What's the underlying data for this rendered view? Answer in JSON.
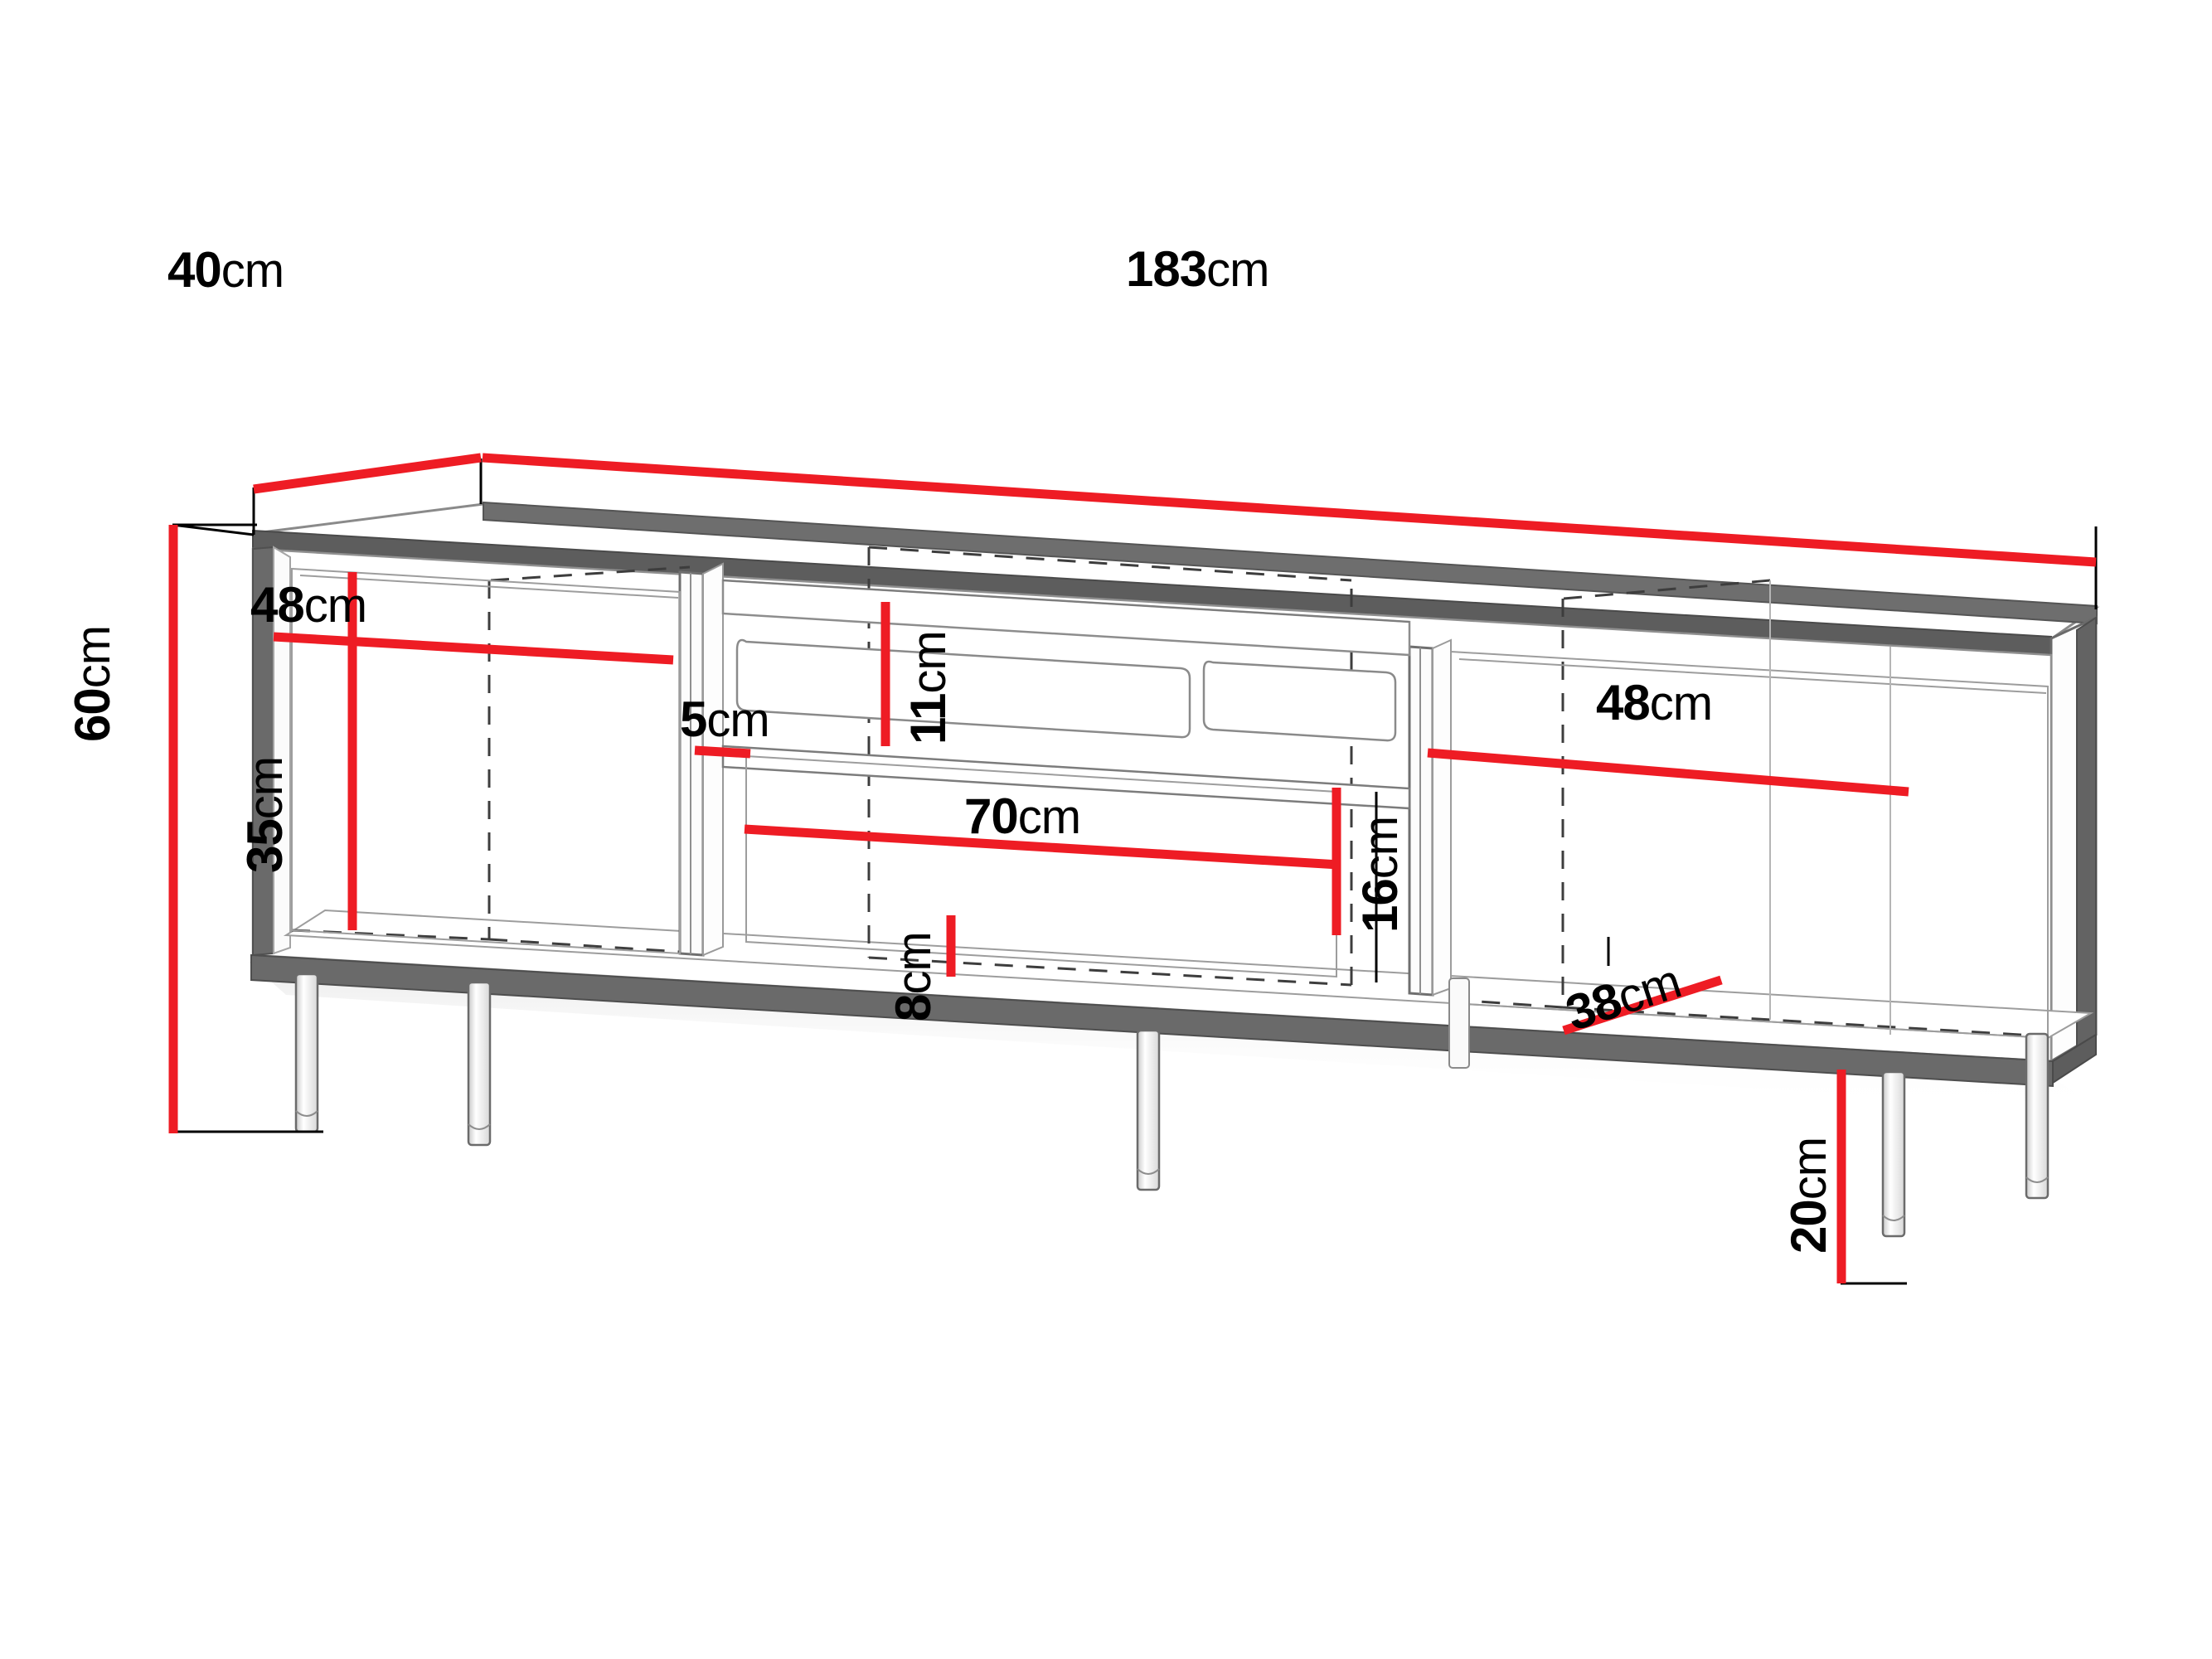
{
  "product": {
    "type": "tv-cabinet-dimension-drawing",
    "view": "isometric-technical-line-drawing"
  },
  "colors": {
    "dimension_line": "#ee1c24",
    "label_text": "#000000",
    "outline_dark": "#5a5a5a",
    "outline_light": "#9a9a9a",
    "hidden_line": "#4a4a4a",
    "background": "#ffffff"
  },
  "dimensions": {
    "overall_width": {
      "value": "183",
      "unit": "cm",
      "label": "183cm",
      "axis": "width"
    },
    "overall_depth": {
      "value": "40",
      "unit": "cm",
      "label": "40cm",
      "axis": "depth"
    },
    "overall_height": {
      "value": "60",
      "unit": "cm",
      "label": "60cm",
      "axis": "height"
    },
    "left_compartment_width": {
      "value": "48",
      "unit": "cm",
      "label": "48cm",
      "axis": "width"
    },
    "left_compartment_height": {
      "value": "35",
      "unit": "cm",
      "label": "35cm",
      "axis": "height"
    },
    "middle_upper_shelf_height": {
      "value": "11",
      "unit": "cm",
      "label": "11cm",
      "axis": "height"
    },
    "middle_shelf_thickness": {
      "value": "5",
      "unit": "cm",
      "label": "5cm",
      "axis": "height"
    },
    "middle_compartment_width": {
      "value": "70",
      "unit": "cm",
      "label": "70cm",
      "axis": "width"
    },
    "middle_lower_height": {
      "value": "16",
      "unit": "cm",
      "label": "16cm",
      "axis": "height"
    },
    "base_plinth_height": {
      "value": "8",
      "unit": "cm",
      "label": "8cm",
      "axis": "height"
    },
    "right_compartment_width": {
      "value": "48",
      "unit": "cm",
      "label": "48cm",
      "axis": "width"
    },
    "internal_depth": {
      "value": "38",
      "unit": "cm",
      "label": "38cm",
      "axis": "depth"
    },
    "leg_height": {
      "value": "20",
      "unit": "cm",
      "label": "20cm",
      "axis": "height"
    }
  },
  "labels": {
    "depth_40": {
      "num": "40",
      "unit": "cm"
    },
    "width_183": {
      "num": "183",
      "unit": "cm"
    },
    "height_60": {
      "num": "60",
      "unit": "cm"
    },
    "left_width_48": {
      "num": "48",
      "unit": "cm"
    },
    "left_height_35": {
      "num": "35",
      "unit": "cm"
    },
    "mid_top_11": {
      "num": "11",
      "unit": "cm"
    },
    "mid_shelf_5": {
      "num": "5",
      "unit": "cm"
    },
    "mid_width_70": {
      "num": "70",
      "unit": "cm"
    },
    "mid_lower_16": {
      "num": "16",
      "unit": "cm"
    },
    "base_8": {
      "num": "8",
      "unit": "cm"
    },
    "right_width_48": {
      "num": "48",
      "unit": "cm"
    },
    "depth_inner_38": {
      "num": "38",
      "unit": "cm"
    },
    "leg_20": {
      "num": "20",
      "unit": "cm"
    }
  },
  "features": {
    "compartments": 3,
    "legs": 6,
    "cable_slots": 2,
    "cable_slot_shape": "rounded-rectangle"
  }
}
